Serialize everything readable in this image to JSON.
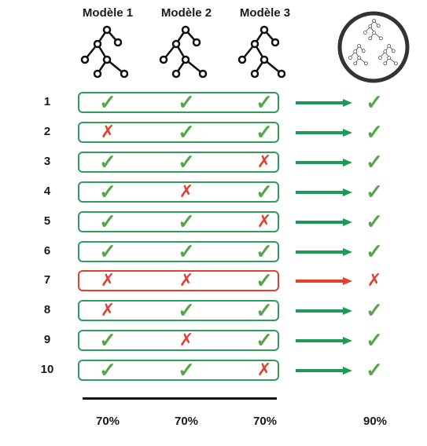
{
  "models": [
    {
      "name": "Modèle 1",
      "accuracy": "70%"
    },
    {
      "name": "Modèle 2",
      "accuracy": "70%"
    },
    {
      "name": "Modèle 3",
      "accuracy": "70%"
    }
  ],
  "ensemble": {
    "accuracy": "90%",
    "icon": "tree-ensemble-icon"
  },
  "rows": [
    {
      "label": "1",
      "results": [
        true,
        true,
        true
      ],
      "final": true
    },
    {
      "label": "2",
      "results": [
        false,
        true,
        true
      ],
      "final": true
    },
    {
      "label": "3",
      "results": [
        true,
        true,
        false
      ],
      "final": true
    },
    {
      "label": "4",
      "results": [
        true,
        false,
        true
      ],
      "final": true
    },
    {
      "label": "5",
      "results": [
        true,
        true,
        false
      ],
      "final": true
    },
    {
      "label": "6",
      "results": [
        true,
        true,
        true
      ],
      "final": true
    },
    {
      "label": "7",
      "results": [
        false,
        false,
        true
      ],
      "final": false
    },
    {
      "label": "8",
      "results": [
        false,
        true,
        true
      ],
      "final": true
    },
    {
      "label": "9",
      "results": [
        true,
        false,
        true
      ],
      "final": true
    },
    {
      "label": "10",
      "results": [
        true,
        true,
        false
      ],
      "final": true
    }
  ],
  "symbols": {
    "correct": "✓",
    "wrong": "✗"
  },
  "colors": {
    "correct": "#55a64a",
    "wrong": "#e3402e",
    "box_ok": "#2e9e5b",
    "box_bad": "#e3402e",
    "arrow_ok": "#1f9a55",
    "arrow_bad": "#e3402e"
  }
}
